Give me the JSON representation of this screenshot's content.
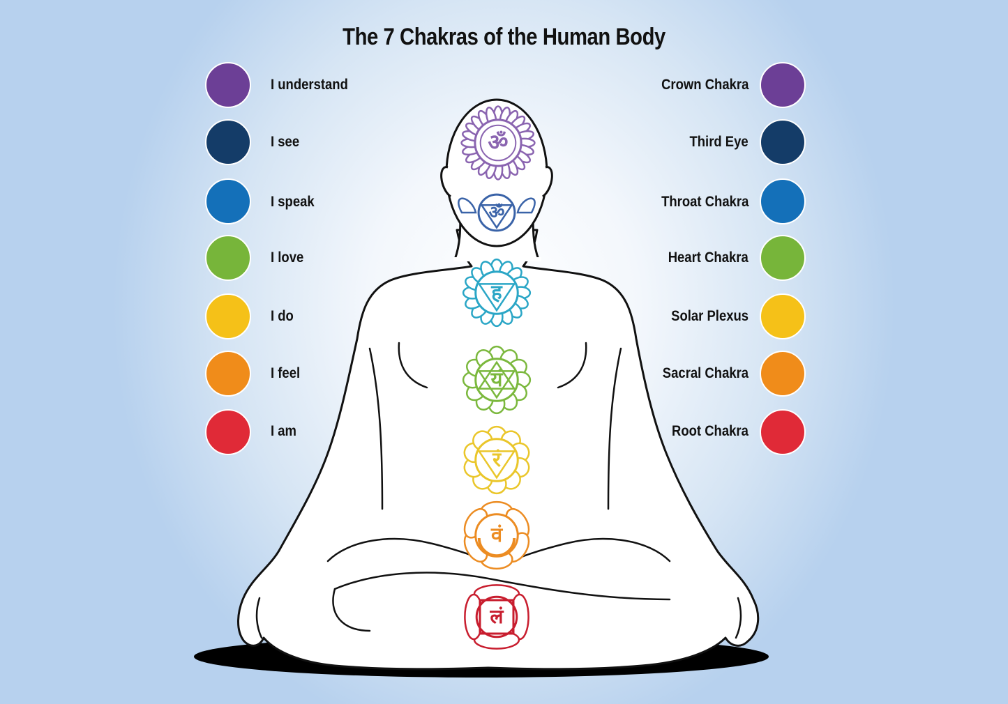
{
  "title": "The 7 Chakras of the Human Body",
  "chakras": [
    {
      "affirmation": "I understand",
      "name": "Crown Chakra",
      "color": "#6c3f96",
      "symbol": "ॐ"
    },
    {
      "affirmation": "I see",
      "name": "Third Eye",
      "color": "#143c68",
      "symbol": "ॐ"
    },
    {
      "affirmation": "I speak",
      "name": "Throat Chakra",
      "color": "#1470b9",
      "symbol": "ह"
    },
    {
      "affirmation": "I love",
      "name": "Heart Chakra",
      "color": "#77b53a",
      "symbol": "यं"
    },
    {
      "affirmation": "I do",
      "name": "Solar Plexus",
      "color": "#f5c118",
      "symbol": "रं"
    },
    {
      "affirmation": "I feel",
      "name": "Sacral Chakra",
      "color": "#f08c1a",
      "symbol": "वं"
    },
    {
      "affirmation": "I am",
      "name": "Root Chakra",
      "color": "#e02a37",
      "symbol": "लं"
    }
  ],
  "body_symbols": {
    "crown": {
      "glyph": "ॐ",
      "color": "#8a64b0"
    },
    "third_eye": {
      "glyph": "ॐ",
      "color": "#3a63a8"
    },
    "throat": {
      "glyph": "ह",
      "color": "#2aa6c6"
    },
    "heart": {
      "glyph": "यं",
      "color": "#7bb83d"
    },
    "solar": {
      "glyph": "रं",
      "color": "#eac62a"
    },
    "sacral": {
      "glyph": "वं",
      "color": "#ec8c22"
    },
    "root": {
      "glyph": "लं",
      "color": "#c81d2e"
    }
  }
}
